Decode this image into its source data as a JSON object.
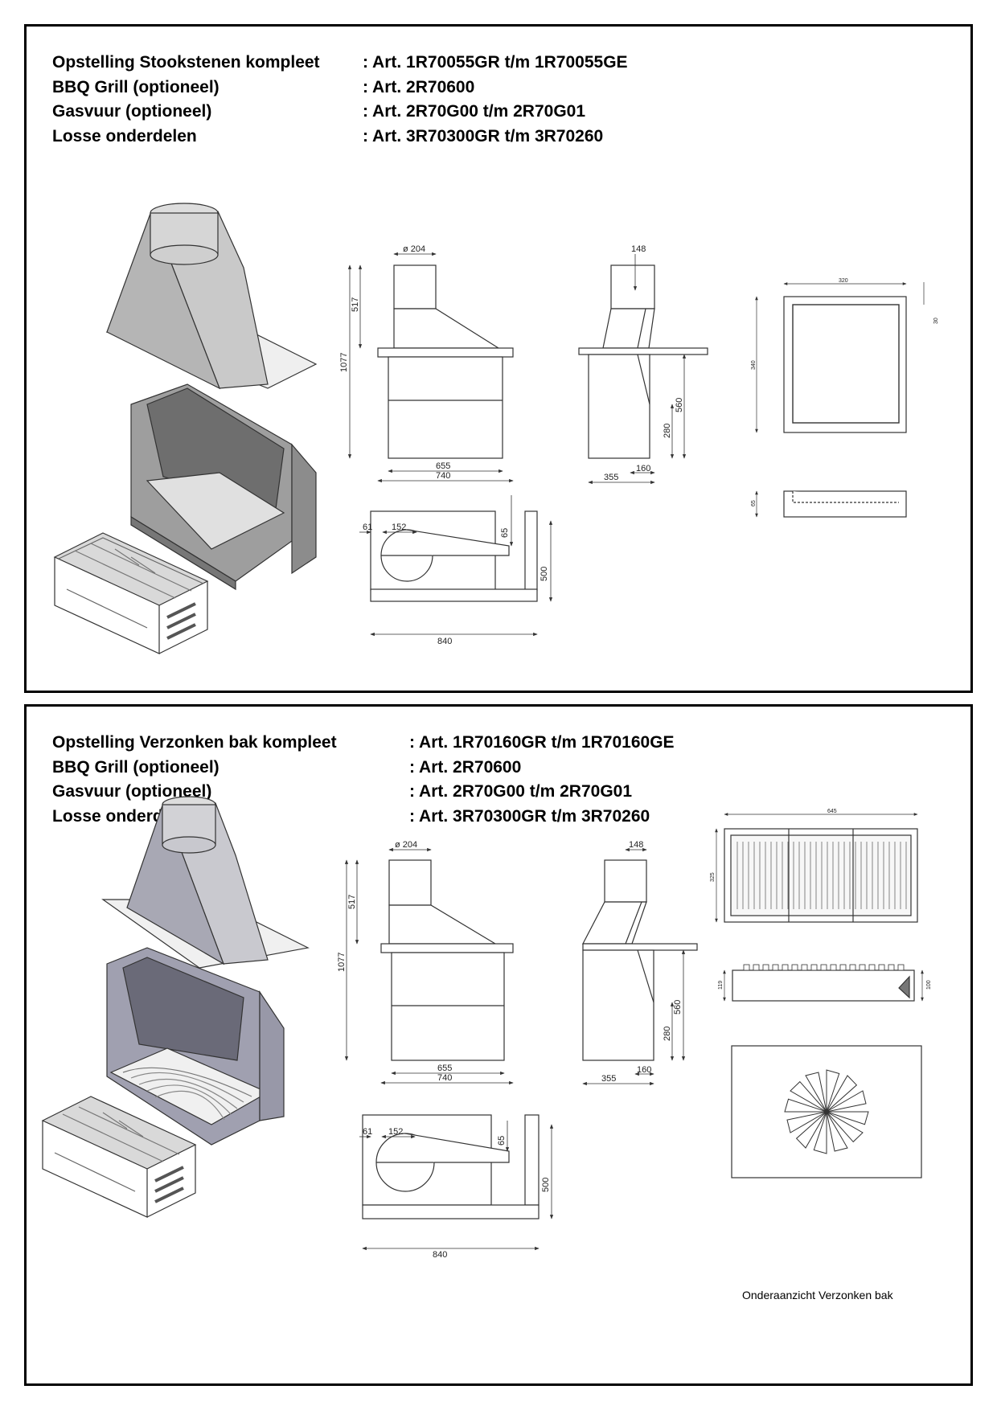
{
  "panels": [
    {
      "specs": [
        {
          "label": "Opstelling Stookstenen kompleet",
          "value": ": Art. 1R70055GR t/m 1R70055GE"
        },
        {
          "label": "BBQ Grill (optioneel)",
          "value": ": Art. 2R70600"
        },
        {
          "label": "Gasvuur (optioneel)",
          "value": ": Art. 2R70G00 t/m 2R70G01"
        },
        {
          "label": "Losse onderdelen",
          "value": ": Art. 3R70300GR t/m 3R70260"
        }
      ],
      "dims": {
        "d204": "ø 204",
        "d148": "148",
        "d517": "517",
        "d1077": "1077",
        "d560": "560",
        "d280": "280",
        "d655": "655",
        "d740": "740",
        "d355": "355",
        "d160": "160",
        "d61": "61",
        "d152": "152",
        "d65": "65",
        "d500": "500",
        "d840": "840",
        "d320": "320",
        "d340": "340",
        "d30": "30",
        "d65b": "65"
      }
    },
    {
      "specs": [
        {
          "label": "Opstelling Verzonken bak kompleet",
          "value": ": Art. 1R70160GR t/m 1R70160GE"
        },
        {
          "label": "BBQ Grill (optioneel)",
          "value": ": Art. 2R70600"
        },
        {
          "label": "Gasvuur (optioneel)",
          "value": ": Art. 2R70G00 t/m 2R70G01"
        },
        {
          "label": "Losse onderdelen",
          "value": ": Art. 3R70300GR t/m 3R70260"
        }
      ],
      "dims": {
        "d204": "ø 204",
        "d148": "148",
        "d517": "517",
        "d1077": "1077",
        "d560": "560",
        "d280": "280",
        "d655": "655",
        "d740": "740",
        "d355": "355",
        "d160": "160",
        "d61": "61",
        "d152": "152",
        "d65": "65",
        "d500": "500",
        "d840": "840",
        "d645": "645",
        "d325": "325",
        "d119": "119",
        "d100": "100"
      },
      "caption": "Onderaanzicht Verzonken bak"
    }
  ]
}
